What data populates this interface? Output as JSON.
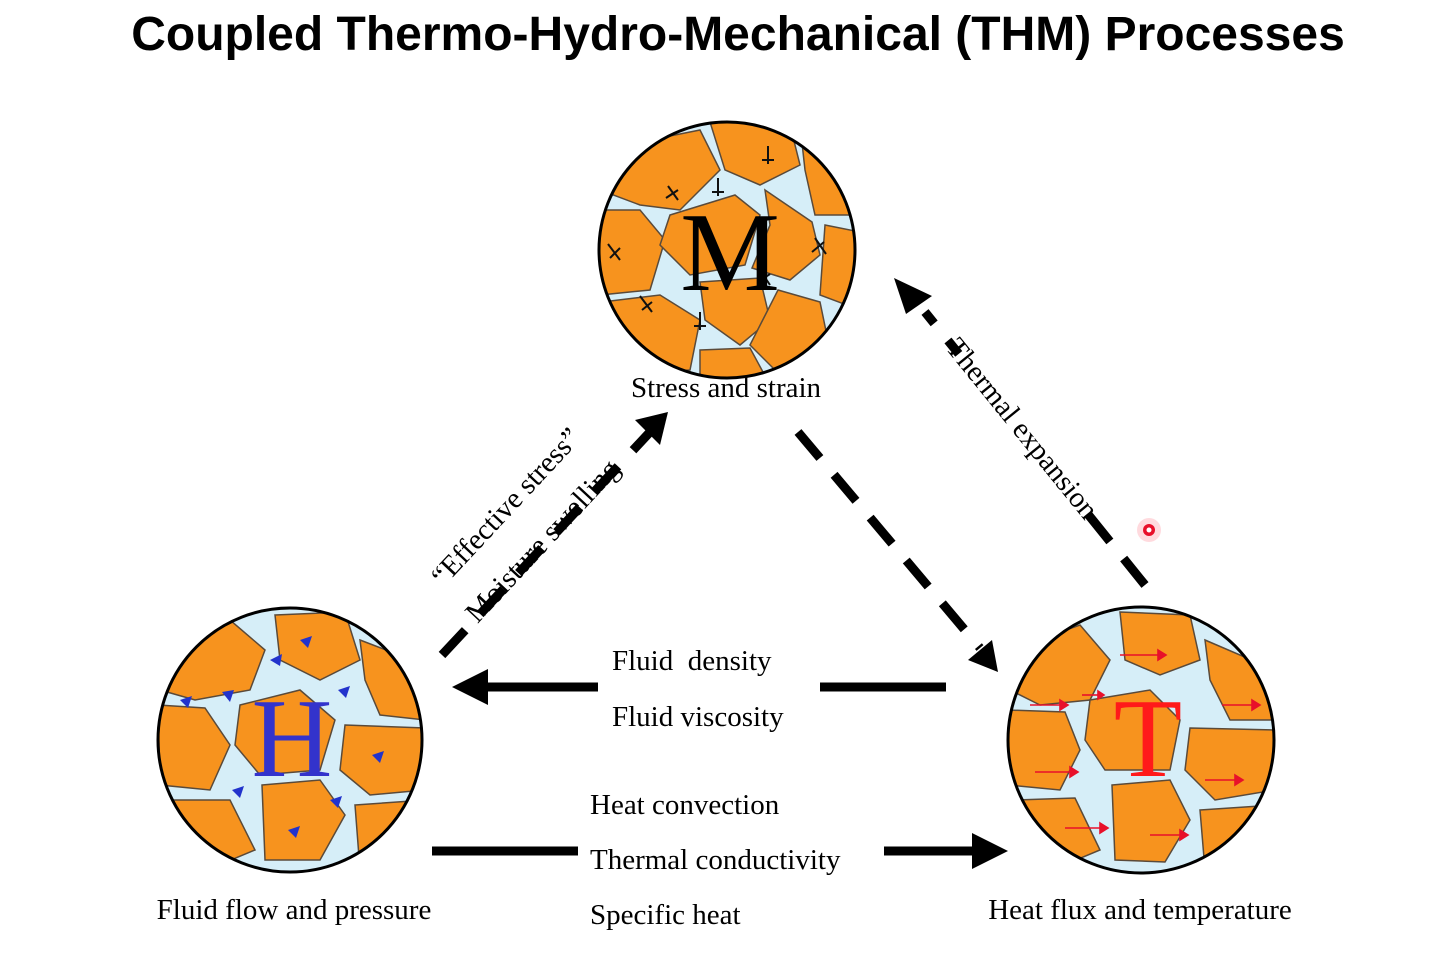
{
  "title": "Coupled Thermo-Hydro-Mechanical (THM) Processes",
  "nodes": {
    "m": {
      "letter": "M",
      "caption": "Stress and strain",
      "letter_color": "#000000",
      "caption_color": "#000000"
    },
    "h": {
      "letter": "H",
      "caption": "Fluid flow and pressure",
      "letter_color": "#3333cc",
      "caption_color": "#2b2ba0"
    },
    "t": {
      "letter": "T",
      "caption": "Heat flux and temperature",
      "letter_color": "#ff1a1a",
      "caption_color": "#d8141f"
    }
  },
  "links": {
    "h_to_m": {
      "line1": "“Effective stress”",
      "line2": "Moisture swelling",
      "style": "dashed"
    },
    "t_to_m": {
      "label": "Thermal expansion",
      "style": "dashed"
    },
    "m_to_t": {
      "style": "dashed"
    },
    "t_to_h": {
      "line1": "Fluid  density",
      "line2": "Fluid viscosity",
      "style": "solid"
    },
    "h_to_t": {
      "line1": "Heat convection",
      "line2": "Thermal conductivity",
      "line3": "Specific heat",
      "style": "solid"
    }
  },
  "colors": {
    "grain": "#f7931e",
    "pore": "#d6eef8",
    "pointer": "#e8102a"
  },
  "icons": [
    "force-arrow-icon",
    "flow-arrow-icon",
    "heat-arrow-icon",
    "laser-pointer-icon"
  ]
}
